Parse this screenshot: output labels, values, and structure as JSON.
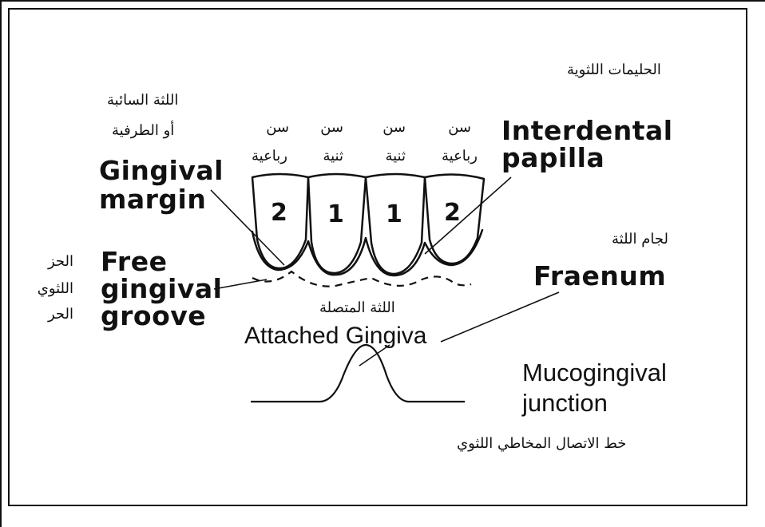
{
  "diagram": {
    "ar_interdental_papilla": "الحليمات اللثوية",
    "ar_free_gingiva_line1": "اللثة السائبة",
    "ar_free_gingiva_line2": "أو الطرفية",
    "teeth_ar_labels": [
      {
        "line1": "سن",
        "line2": "رباعية"
      },
      {
        "line1": "سن",
        "line2": "ثنية"
      },
      {
        "line1": "سن",
        "line2": "ثنية"
      },
      {
        "line1": "سن",
        "line2": "رباعية"
      }
    ],
    "en_interdental_line1": "Interdental",
    "en_interdental_line2": "papilla",
    "en_gingival_line1": "Gingival",
    "en_gingival_line2": "margin",
    "tooth_numbers": [
      "2",
      "1",
      "1",
      "2"
    ],
    "ar_fraenum": "لجام اللثة",
    "en_fraenum": "Fraenum",
    "ar_groove_line1": "الحز",
    "ar_groove_line2": "اللثوي",
    "ar_groove_line3": "الحر",
    "en_groove_line1": "Free",
    "en_groove_line2": "gingival",
    "en_groove_line3": "groove",
    "ar_attached": "اللثة المتصلة",
    "en_attached": "Attached Gingiva",
    "en_mucogingival_line1": "Mucogingival",
    "en_mucogingival_line2": "junction",
    "ar_mucogingival": "خط الاتصال المخاطي اللثوي"
  }
}
